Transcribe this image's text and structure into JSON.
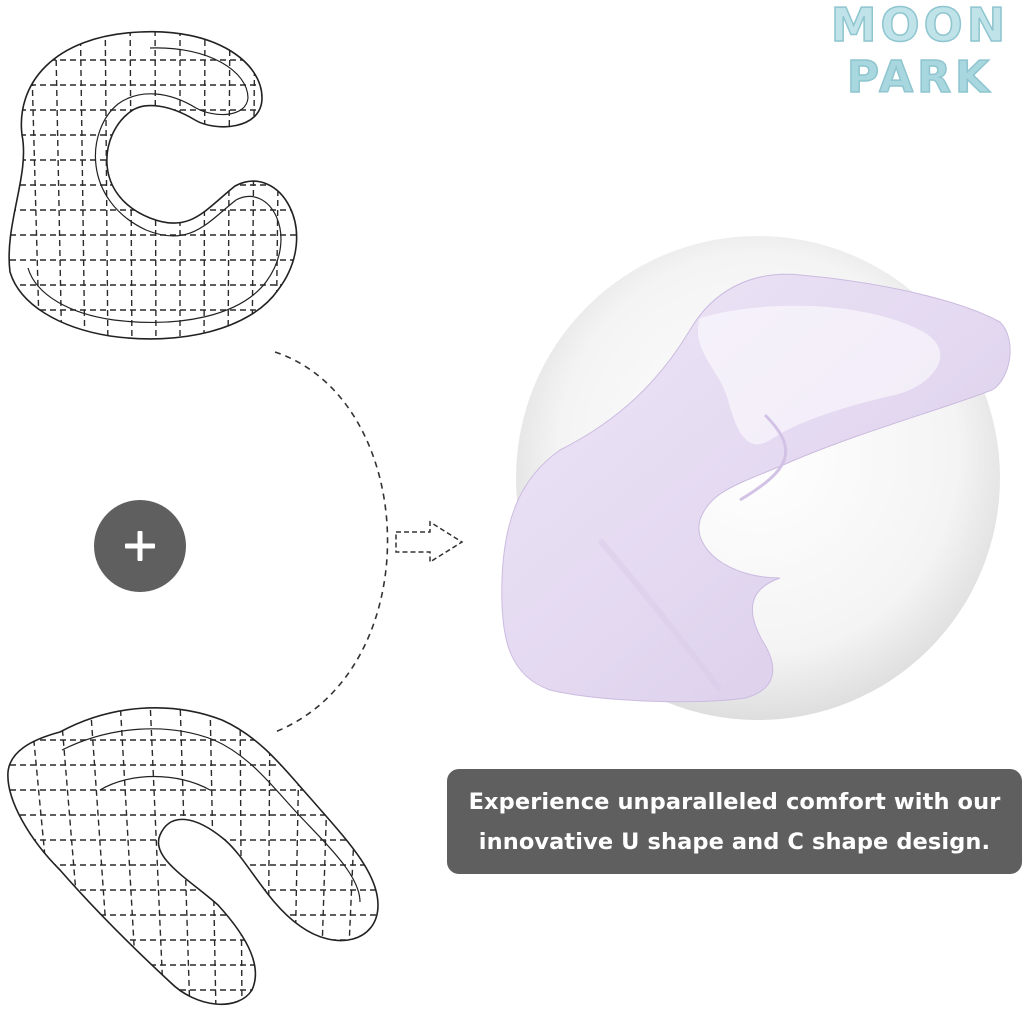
{
  "brand": {
    "line1": "MOON",
    "line2": "PARK",
    "fill_color": "#bfe3e9",
    "outline_color": "#8ec5cf"
  },
  "illustrations": {
    "c_shape": "c-shape-pillow-outline",
    "u_shape": "u-shape-pillow-outline",
    "product": "lavender-pillow-photo",
    "product_color": "#e6dcf2"
  },
  "plus_button": {
    "icon": "plus-icon",
    "color": "#5f5f5f"
  },
  "caption": {
    "line1": "Experience unparalleled comfort with our",
    "line2": "innovative U shape and C shape design.",
    "background": "#5f5f5f"
  }
}
